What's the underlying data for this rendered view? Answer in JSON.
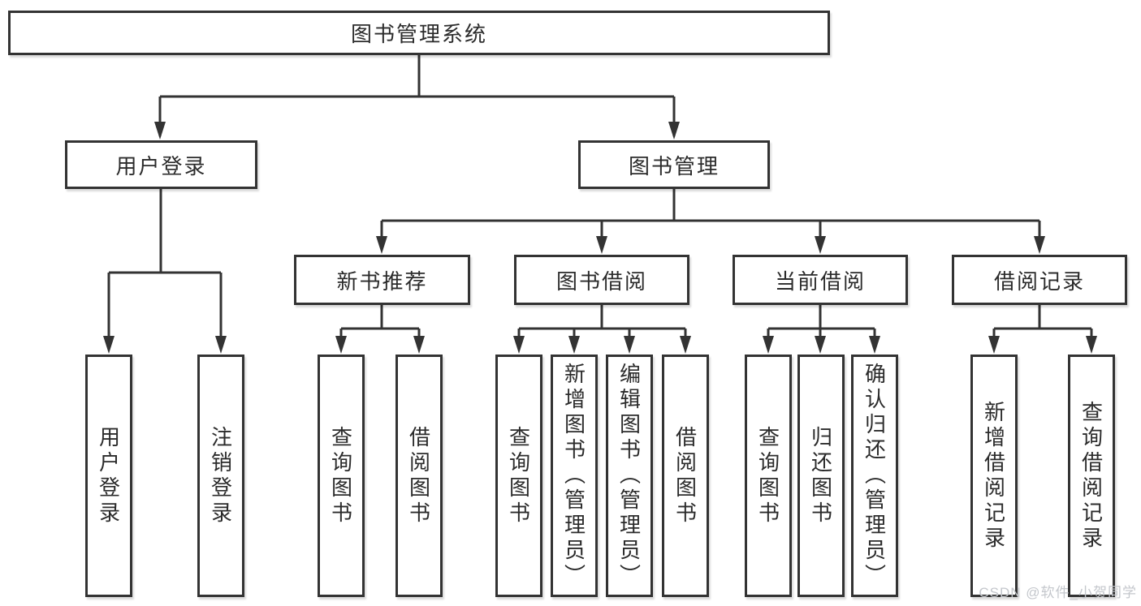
{
  "page": {
    "background": "#ffffff",
    "line_color": "#333333",
    "text_color": "#2b2b2b"
  },
  "tree": {
    "root": {
      "label": "图书管理系统"
    },
    "branches": [
      {
        "label": "用户登录",
        "children": [
          {
            "label": "用户登录"
          },
          {
            "label": "注销登录"
          }
        ]
      },
      {
        "label": "图书管理",
        "groups": [
          {
            "label": "新书推荐",
            "children": [
              {
                "label": "查询图书"
              },
              {
                "label": "借阅图书"
              }
            ]
          },
          {
            "label": "图书借阅",
            "children": [
              {
                "label": "查询图书"
              },
              {
                "label": "新增图书（管理员）"
              },
              {
                "label": "编辑图书（管理员）"
              },
              {
                "label": "借阅图书"
              }
            ]
          },
          {
            "label": "当前借阅",
            "children": [
              {
                "label": "查询图书"
              },
              {
                "label": "归还图书"
              },
              {
                "label": "确认归还（管理员）"
              }
            ]
          },
          {
            "label": "借阅记录",
            "children": [
              {
                "label": "新增借阅记录"
              },
              {
                "label": "查询借阅记录"
              }
            ]
          }
        ]
      }
    ]
  },
  "watermark": {
    "label": "CSDN @软件_小贺同学",
    "color": "#c4c7cc"
  }
}
